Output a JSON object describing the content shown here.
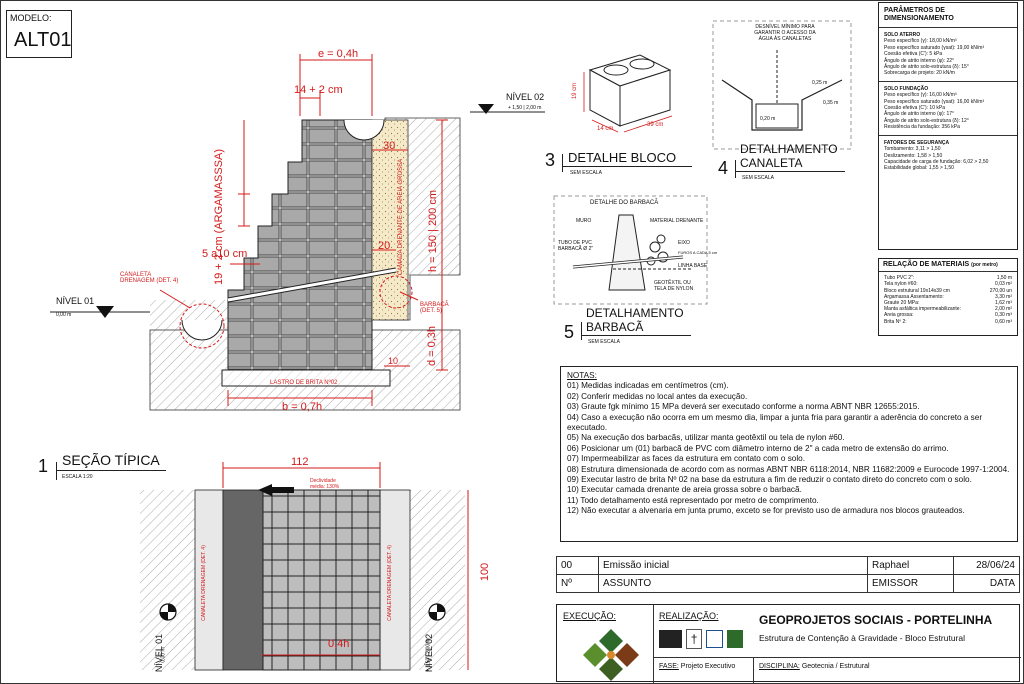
{
  "model": {
    "label": "MODELO:",
    "code": "ALT01"
  },
  "section": {
    "dims": {
      "e": "e = 0,4h",
      "joint": "14 + 2 cm",
      "block_height": "19 + 2 cm (ARGAMASSSA)",
      "step": "5 a10 cm",
      "h": "h = 150 | 200 cm",
      "d": "d = 0,3h",
      "b": "b = 0,7h",
      "sand": "CAMADA DRENANTE DE AREIA GROSSA",
      "n30": "30",
      "n20": "20",
      "n10": "10"
    },
    "labels": {
      "level02": "NÍVEL 02",
      "level02_value": "+ 1,50 | 2,00 m",
      "level01": "NÍVEL 01",
      "level01_value": "0,00 m",
      "canaleta": "CANALETA DRENAGEM (DET. 4)",
      "barbaca": "BARBACÃ (DET. 5)",
      "lastro": "LASTRO DE BRITA Nº02"
    },
    "title_num": "1",
    "title": "SEÇÃO TÍPICA",
    "scale": "ESCALA 1:20"
  },
  "plan": {
    "width": "112",
    "slope": "Declividade média: 130%",
    "height": "100",
    "dim": "0,4h",
    "canaleta_left": "CANALETA DRENAGEM (DET. 4)",
    "canaleta_right": "CANALETA DRENAGEM (DET. 4)",
    "level01": "NÍVEL 01",
    "level01_value": "0,00 m",
    "level02": "NÍVEL 02",
    "level02_value": "+ 1,50 | 2,00 m"
  },
  "block": {
    "num": "3",
    "title": "DETALHE BLOCO",
    "scale": "SEM ESCALA",
    "d1": "19 cm",
    "d2": "14 cm",
    "d3": "39 cm"
  },
  "canaleta": {
    "num": "4",
    "title_1": "DETALHAMENTO",
    "title_2": "CANALETA",
    "scale": "SEM ESCALA",
    "note": "DESNÍVEL MÍNIMO PARA GARANTIR O ACESSO DA ÁGUA ÀS CANALETAS",
    "d1": "0,25 m",
    "d2": "0,20 m",
    "d3": "0,35 m"
  },
  "barbaca": {
    "num": "5",
    "title_1": "DETALHAMENTO",
    "title_2": "BARBACÃ",
    "scale": "SEM ESCALA",
    "header": "DETALHE DO BARBACÃ",
    "muro": "MURO",
    "material": "MATERIAL DRENANTE",
    "tubo": "TUBO DE PVC BARBACÃ Ø 2\"",
    "eixo": "EIXO",
    "furos": "FUROS A CADA 5 cm",
    "linha": "LINHA BASE",
    "geotextil": "GEOTÊXTIL OU TELA DE NYLON"
  },
  "params": {
    "title": "PARÂMETROS DE DIMENSIONAMENTO",
    "solo_aterro": {
      "title": "SOLO ATERRO",
      "lines": [
        "Peso específico (γ): 18,00 kN/m³",
        "Peso específico saturado (γsat): 19,00 kN/m³",
        "Coesão efetiva (C'): 5 kPa",
        "Ângulo de atrito interno (φ): 22°",
        "Ângulo de atrito solo-estrutura (δ): 15°",
        "Sobrecarga de projeto: 20 kN/m"
      ]
    },
    "solo_fundacao": {
      "title": "SOLO FUNDAÇÃO",
      "lines": [
        "Peso específico (γ): 16,00 kN/m³",
        "Peso específico saturado (γsat): 16,00 kN/m³",
        "Coesão efetiva (C'): 10 kPa",
        "Ângulo de atrito interno (φ): 17°",
        "Ângulo de atrito solo-estrutura (δ): 12°",
        "Resistência da fundação: 356 kPa"
      ]
    },
    "fatores": {
      "title": "FATORES DE SEGURANÇA",
      "lines": [
        "Tombamento: 3,11 > 1,50",
        "Deslizamento: 1,58 > 1,50",
        "Capacidade de carga de fundação: 6,02 > 2,50",
        "Estabilidade global: 1,55 > 1,50"
      ]
    }
  },
  "materials": {
    "title": "RELAÇÃO DE MATERIAIS",
    "unit": "(por metro)",
    "rows": [
      {
        "name": "Tubo PVC 2\":",
        "qty": "1,50 m"
      },
      {
        "name": "Tela nylon #60:",
        "qty": "0,03 m²"
      },
      {
        "name": "Bloco estrutural 19x14x39 cm",
        "qty": "270,00 un"
      },
      {
        "name": "Argamassa Assentamento:",
        "qty": "3,30 m²"
      },
      {
        "name": "Graute 20 MPa:",
        "qty": "1,62 m³"
      },
      {
        "name": "Manta asfáltica impermeabilizante:",
        "qty": "2,00 m²"
      },
      {
        "name": "Areia grossa:",
        "qty": "0,30 m³"
      },
      {
        "name": "Brita Nº 2:",
        "qty": "0,60 m³"
      }
    ]
  },
  "notes": {
    "title": "NOTAS:",
    "items": [
      "01) Medidas indicadas em centímetros (cm).",
      "02) Conferir medidas no local antes da execução.",
      "03) Graute fgk mínimo 15 MPa deverá ser executado conforme a norma ABNT NBR 12655:2015.",
      "04) Caso a execução não ocorra em um mesmo dia, limpar a junta fria para garantir a aderência do concreto a ser executado.",
      "05) Na execução dos barbacãs, utilizar manta geotêxtil ou tela de nylon #60.",
      "06) Posicionar um (01) barbacã de PVC com diâmetro interno de 2\" a cada metro de extensão do arrimo.",
      "07) Impermeabilizar as faces da estrutura em contato com o solo.",
      "08) Estrutura dimensionada de acordo com as normas ABNT NBR 6118:2014, NBR 11682:2009 e Eurocode 1997-1:2004.",
      "09) Executar lastro de brita Nº 02 na base da estrutura a fim de reduzir o contato direto do concreto com o solo.",
      "10) Executar camada drenante de areia grossa sobre o barbacã.",
      "11) Todo detalhamento está representado por metro de comprimento.",
      "12) Não executar a alvenaria em junta prumo, exceto se for previsto uso de armadura nos blocos grauteados."
    ]
  },
  "revision": {
    "row": {
      "n": "00",
      "subject": "Emissão inicial",
      "issuer": "Raphael",
      "date": "28/06/24"
    },
    "head": {
      "n": "Nº",
      "subject": "ASSUNTO",
      "issuer": "EMISSOR",
      "date": "DATA"
    }
  },
  "title_block": {
    "execucao": "EXECUÇÃO:",
    "realizacao": "REALIZAÇÃO:",
    "company": "GEOPROJETOS SOCIAIS - PORTELINHA",
    "project": "Estrutura de Contenção à Gravidade - Bloco Estrutural",
    "fase_label": "FASE:",
    "fase": "Projeto Executivo",
    "disciplina_label": "DISCIPLINA:",
    "disciplina": "Geotecnia / Estrutural"
  }
}
